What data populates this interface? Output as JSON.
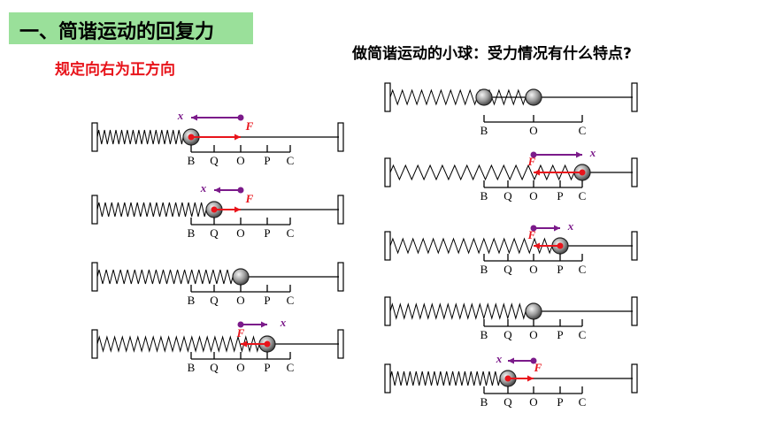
{
  "title": "一、简谐运动的回复力",
  "rule": "规定向右为正方向",
  "question": "做简谐运动的小球：受力情况有什么特点?",
  "colors": {
    "title_bg": "#9ae09a",
    "rule": "#e8141b",
    "force": "#e8141b",
    "displacement": "#7b1a8a"
  },
  "left_diagrams": {
    "point_labels": [
      "B",
      "Q",
      "O",
      "P",
      "C"
    ],
    "systems": [
      {
        "position": "B",
        "x_label": "x",
        "x_dir": "left",
        "f_label": "F",
        "f_dir": "right"
      },
      {
        "position": "Q",
        "x_label": "x",
        "x_dir": "left",
        "f_label": "F",
        "f_dir": "right"
      },
      {
        "position": "O"
      },
      {
        "position": "P",
        "x_label": "x",
        "x_dir": "right",
        "f_label": "F",
        "f_dir": "left"
      }
    ]
  },
  "right_diagrams": {
    "point_labels_top": [
      "B",
      "O",
      "C"
    ],
    "point_labels": [
      "B",
      "Q",
      "O",
      "P",
      "C"
    ],
    "systems": [
      {
        "position": "O",
        "ghost": "B"
      },
      {
        "position": "C",
        "x_label": "x",
        "x_dir": "right",
        "f_label": "F",
        "f_dir": "left"
      },
      {
        "position": "P",
        "x_label": "x",
        "x_dir": "right",
        "f_label": "F",
        "f_dir": "left"
      },
      {
        "position": "O"
      },
      {
        "position": "Q",
        "x_label": "x",
        "x_dir": "left",
        "f_label": "F",
        "f_dir": "right"
      }
    ]
  }
}
